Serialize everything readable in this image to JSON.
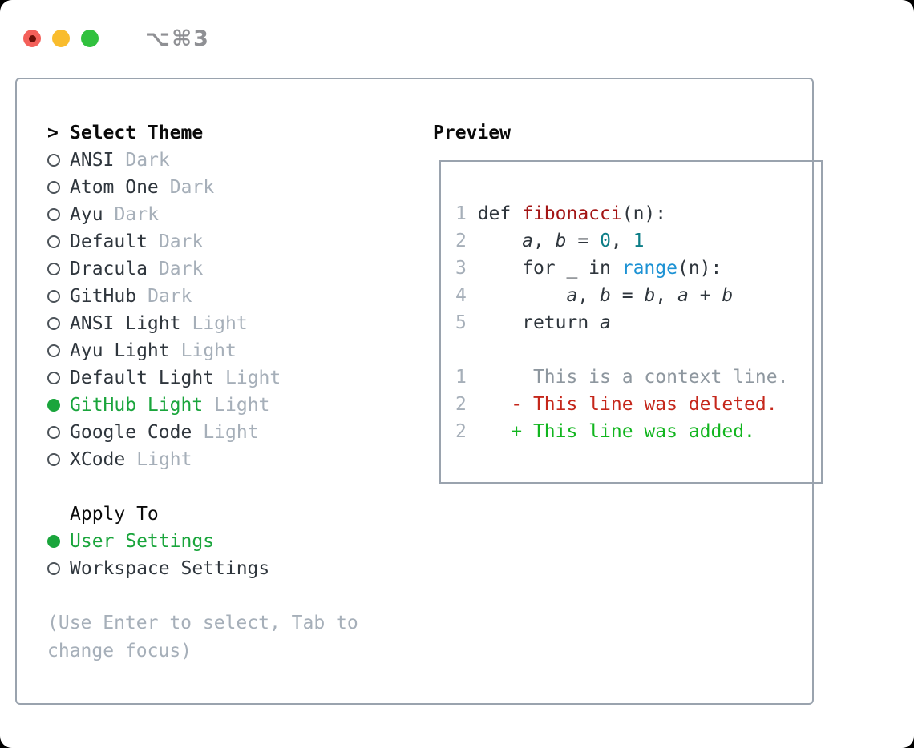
{
  "titlebar": {
    "shortcut": "⌥⌘3"
  },
  "theme_picker": {
    "prompt": ">",
    "title": "Select Theme",
    "items": [
      {
        "name": "ANSI",
        "variant": "Dark",
        "selected": false
      },
      {
        "name": "Atom One",
        "variant": "Dark",
        "selected": false
      },
      {
        "name": "Ayu",
        "variant": "Dark",
        "selected": false
      },
      {
        "name": "Default",
        "variant": "Dark",
        "selected": false
      },
      {
        "name": "Dracula",
        "variant": "Dark",
        "selected": false
      },
      {
        "name": "GitHub",
        "variant": "Dark",
        "selected": false
      },
      {
        "name": "ANSI Light",
        "variant": "Light",
        "selected": false
      },
      {
        "name": "Ayu Light",
        "variant": "Light",
        "selected": false
      },
      {
        "name": "Default Light",
        "variant": "Light",
        "selected": false
      },
      {
        "name": "GitHub Light",
        "variant": "Light",
        "selected": true
      },
      {
        "name": "Google Code",
        "variant": "Light",
        "selected": false
      },
      {
        "name": "XCode",
        "variant": "Light",
        "selected": false
      }
    ]
  },
  "apply_to": {
    "title": "Apply To",
    "options": [
      {
        "label": "User Settings",
        "selected": true
      },
      {
        "label": "Workspace Settings",
        "selected": false
      }
    ]
  },
  "hint": "(Use Enter to select, Tab to change focus)",
  "preview": {
    "title": "Preview",
    "lines": [
      {
        "tokens": [
          {
            "t": "1 ",
            "s": "gut"
          },
          {
            "t": "def ",
            "s": "plain"
          },
          {
            "t": "fibonacci",
            "s": "func"
          },
          {
            "t": "(n):",
            "s": "plain"
          }
        ]
      },
      {
        "tokens": [
          {
            "t": "2 ",
            "s": "gut"
          },
          {
            "t": "    ",
            "s": "plain"
          },
          {
            "t": "a",
            "s": "var"
          },
          {
            "t": ", ",
            "s": "plain"
          },
          {
            "t": "b",
            "s": "var"
          },
          {
            "t": " = ",
            "s": "plain"
          },
          {
            "t": "0",
            "s": "num"
          },
          {
            "t": ", ",
            "s": "plain"
          },
          {
            "t": "1",
            "s": "num"
          }
        ]
      },
      {
        "tokens": [
          {
            "t": "3 ",
            "s": "gut"
          },
          {
            "t": "    for _ in ",
            "s": "plain"
          },
          {
            "t": "range",
            "s": "builtin"
          },
          {
            "t": "(n):",
            "s": "plain"
          }
        ]
      },
      {
        "tokens": [
          {
            "t": "4 ",
            "s": "gut"
          },
          {
            "t": "        ",
            "s": "plain"
          },
          {
            "t": "a",
            "s": "var"
          },
          {
            "t": ", ",
            "s": "plain"
          },
          {
            "t": "b",
            "s": "var"
          },
          {
            "t": " = ",
            "s": "plain"
          },
          {
            "t": "b",
            "s": "var"
          },
          {
            "t": ", ",
            "s": "plain"
          },
          {
            "t": "a",
            "s": "var"
          },
          {
            "t": " + ",
            "s": "plain"
          },
          {
            "t": "b",
            "s": "var"
          }
        ]
      },
      {
        "tokens": [
          {
            "t": "5 ",
            "s": "gut"
          },
          {
            "t": "    return ",
            "s": "plain"
          },
          {
            "t": "a",
            "s": "var"
          }
        ]
      },
      {
        "tokens": []
      },
      {
        "tokens": [
          {
            "t": "1",
            "s": "gut"
          },
          {
            "t": "      This is a context line.",
            "s": "ctx"
          }
        ]
      },
      {
        "tokens": [
          {
            "t": "2",
            "s": "gut"
          },
          {
            "t": "    - This line was deleted.",
            "s": "del"
          }
        ]
      },
      {
        "tokens": [
          {
            "t": "2",
            "s": "gut"
          },
          {
            "t": "    + This line was added.",
            "s": "add"
          }
        ]
      }
    ]
  },
  "colors": {
    "accent_green": "#1aa53c",
    "diff_added": "#12b51f",
    "diff_deleted": "#c5271b",
    "func_red": "#a31515",
    "number_teal": "#0d7e87",
    "builtin_blue": "#1d92d4",
    "context_gray": "#8e979f",
    "text_dark": "#2f363d",
    "muted_gray": "#a6afb9",
    "border_gray": "#9aa3ae",
    "traffic_red": "#f4605a",
    "traffic_yellow": "#f9bc2d",
    "traffic_green": "#31c13e"
  }
}
